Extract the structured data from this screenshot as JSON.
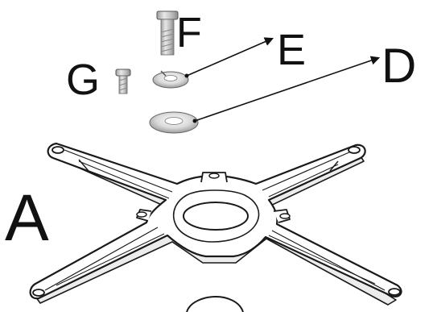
{
  "labels": {
    "a": "A",
    "d": "D",
    "e": "E",
    "f": "F",
    "g": "G"
  }
}
